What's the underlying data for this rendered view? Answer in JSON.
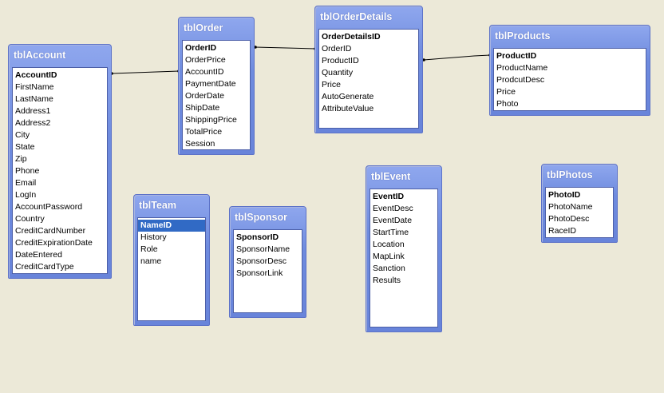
{
  "tables": [
    {
      "id": "tblAccount",
      "title": "tblAccount",
      "fields": [
        {
          "name": "AccountID",
          "pk": true
        },
        {
          "name": "FirstName"
        },
        {
          "name": "LastName"
        },
        {
          "name": "Address1"
        },
        {
          "name": "Address2"
        },
        {
          "name": "City"
        },
        {
          "name": "State"
        },
        {
          "name": "Zip"
        },
        {
          "name": "Phone"
        },
        {
          "name": "Email"
        },
        {
          "name": "LogIn"
        },
        {
          "name": "AccountPassword"
        },
        {
          "name": "Country"
        },
        {
          "name": "CreditCardNumber"
        },
        {
          "name": "CreditExpirationDate"
        },
        {
          "name": "DateEntered"
        },
        {
          "name": "CreditCardType"
        }
      ]
    },
    {
      "id": "tblOrder",
      "title": "tblOrder",
      "fields": [
        {
          "name": "OrderID",
          "pk": true
        },
        {
          "name": "OrderPrice"
        },
        {
          "name": "AccountID"
        },
        {
          "name": "PaymentDate"
        },
        {
          "name": "OrderDate"
        },
        {
          "name": "ShipDate"
        },
        {
          "name": "ShippingPrice"
        },
        {
          "name": "TotalPrice"
        },
        {
          "name": "Session"
        }
      ]
    },
    {
      "id": "tblOrderDetails",
      "title": "tblOrderDetails",
      "fields": [
        {
          "name": "OrderDetailsID",
          "pk": true
        },
        {
          "name": "OrderID"
        },
        {
          "name": "ProductID"
        },
        {
          "name": "Quantity"
        },
        {
          "name": "Price"
        },
        {
          "name": "AutoGenerate"
        },
        {
          "name": "AttributeValue"
        }
      ]
    },
    {
      "id": "tblProducts",
      "title": "tblProducts",
      "fields": [
        {
          "name": "ProductID",
          "pk": true
        },
        {
          "name": "ProductName"
        },
        {
          "name": "ProdcutDesc"
        },
        {
          "name": "Price"
        },
        {
          "name": "Photo"
        }
      ]
    },
    {
      "id": "tblTeam",
      "title": "tblTeam",
      "fields": [
        {
          "name": "NameID",
          "pk": true,
          "selected": true
        },
        {
          "name": "History"
        },
        {
          "name": "Role"
        },
        {
          "name": "name"
        }
      ]
    },
    {
      "id": "tblSponsor",
      "title": "tblSponsor",
      "fields": [
        {
          "name": "SponsorID",
          "pk": true
        },
        {
          "name": "SponsorName"
        },
        {
          "name": "SponsorDesc"
        },
        {
          "name": "SponsorLink"
        }
      ]
    },
    {
      "id": "tblEvent",
      "title": "tblEvent",
      "fields": [
        {
          "name": "EventID",
          "pk": true
        },
        {
          "name": "EventDesc"
        },
        {
          "name": "EventDate"
        },
        {
          "name": "StartTime"
        },
        {
          "name": "Location"
        },
        {
          "name": "MapLink"
        },
        {
          "name": "Sanction"
        },
        {
          "name": "Results"
        }
      ]
    },
    {
      "id": "tblPhotos",
      "title": "tblPhotos",
      "fields": [
        {
          "name": "PhotoID",
          "pk": true
        },
        {
          "name": "PhotoName"
        },
        {
          "name": "PhotoDesc"
        },
        {
          "name": "RaceID"
        }
      ]
    }
  ],
  "relationships": [
    {
      "from": "tblAccount.AccountID",
      "to": "tblOrder.AccountID"
    },
    {
      "from": "tblOrder.OrderID",
      "to": "tblOrderDetails.OrderID"
    },
    {
      "from": "tblOrderDetails.ProductID",
      "to": "tblProducts.ProductID"
    }
  ]
}
